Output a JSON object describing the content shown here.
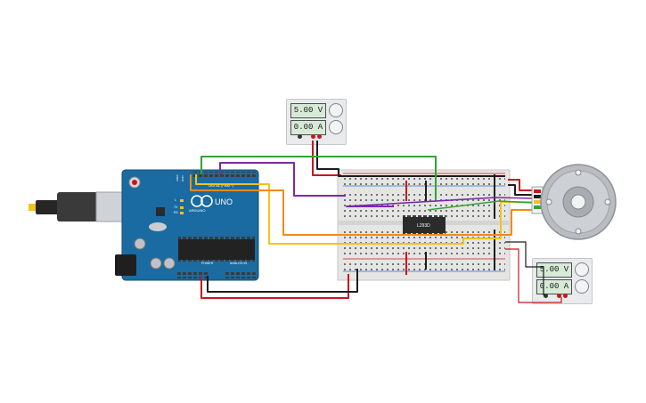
{
  "supply_top": {
    "voltage": "5.00 V",
    "current": "0.00 A"
  },
  "supply_right": {
    "voltage": "5.00 V",
    "current": "0.00 A"
  },
  "arduino": {
    "brand": "UNO",
    "maker": "ARDUINO",
    "digital_header": "DIGITAL (PWM ~)",
    "power_header": "POWER",
    "analog_header": "ANALOG IN",
    "led_l": "L",
    "led_tx": "TX",
    "led_rx": "RX",
    "aref": "AREF",
    "gnd": "GND"
  },
  "breadboard": {
    "chip_label": "L293D"
  },
  "wire_colors": {
    "red": "#c8161d",
    "black": "#1c1c1c",
    "green": "#33a336",
    "purple": "#7a2aa8",
    "yellow": "#f0c419",
    "orange": "#f08a1c",
    "blue": "#2f6bd8"
  }
}
